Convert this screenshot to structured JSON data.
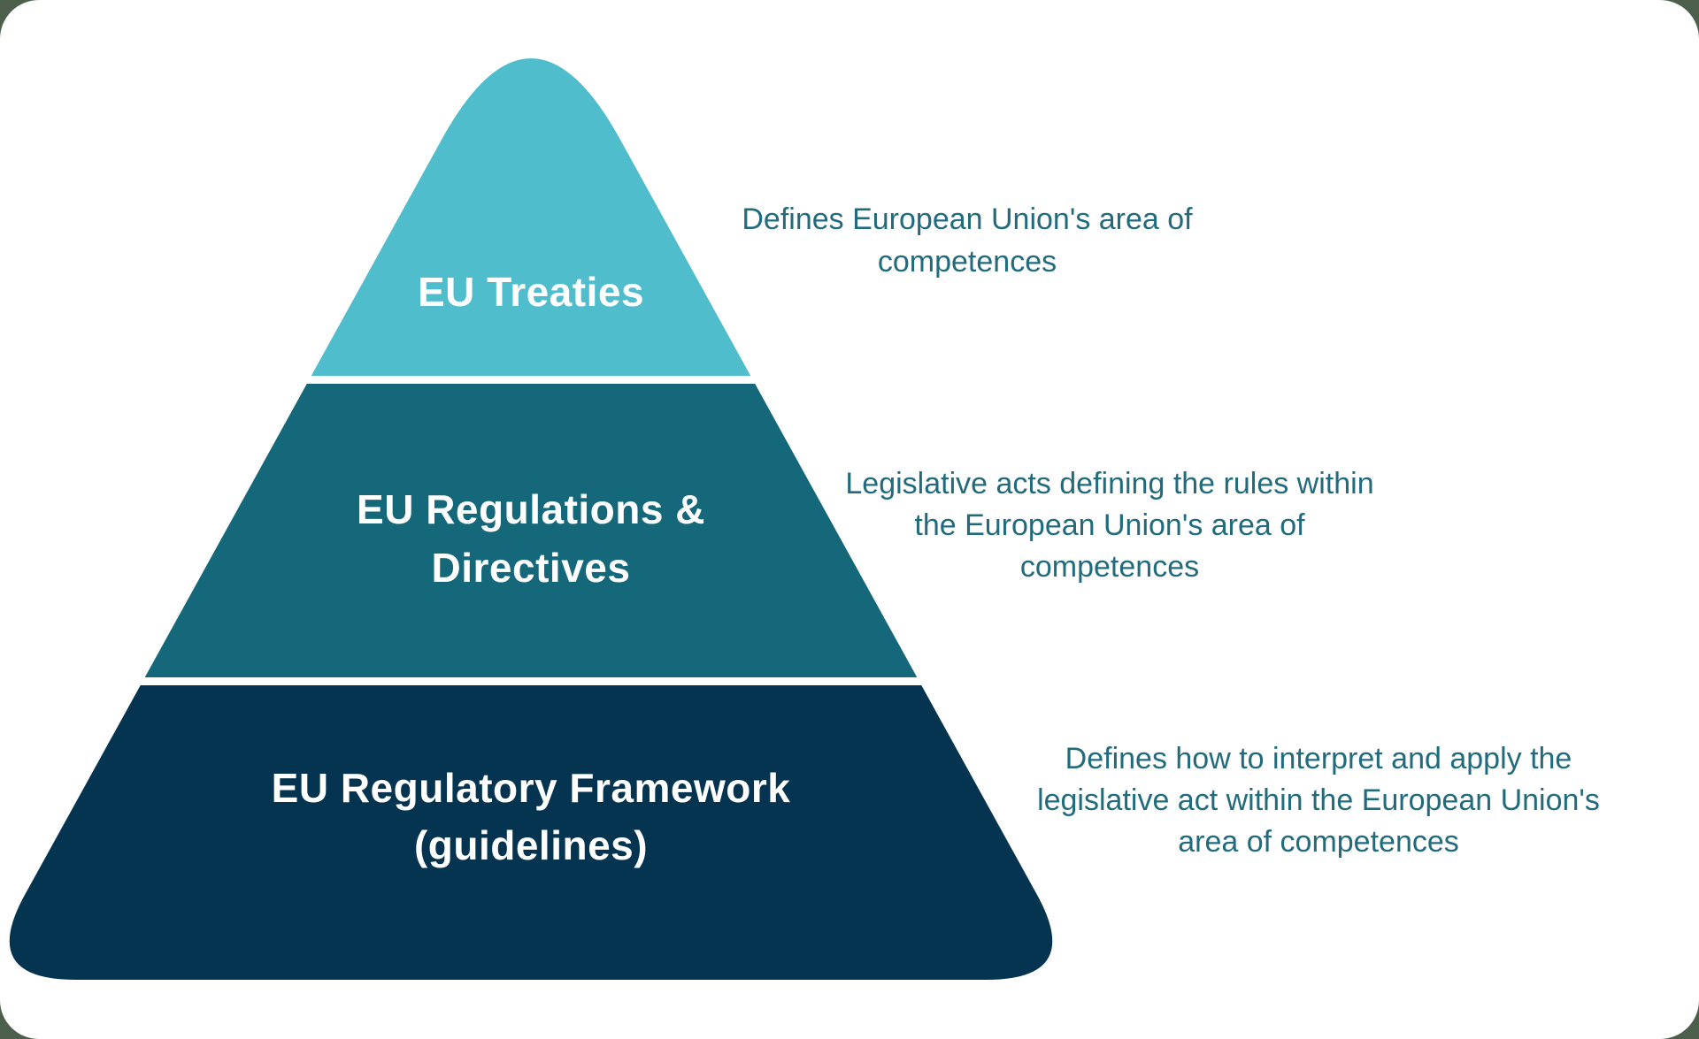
{
  "page": {
    "outer_background": "#4b5f4c",
    "card_background": "#ffffff"
  },
  "diagram": {
    "type": "pyramid",
    "title": "EU regulatory hierarchy pyramid",
    "label_color": "#ffffff",
    "description_color": "#216b7d",
    "tiers": [
      {
        "name": "top",
        "label": "EU Treaties",
        "color": "#4fbdcb",
        "description": "Defines European Union's area of\ncompetences"
      },
      {
        "name": "middle",
        "label": "EU Regulations &\nDirectives",
        "color": "#15687a",
        "description": "Legislative acts defining the rules within\nthe European Union's area of\ncompetences"
      },
      {
        "name": "bottom",
        "label": "EU Regulatory Framework\n(guidelines)",
        "color": "#04344f",
        "description": "Defines how to interpret  and apply the\nlegislative act within the European Union's\narea of competences"
      }
    ]
  }
}
